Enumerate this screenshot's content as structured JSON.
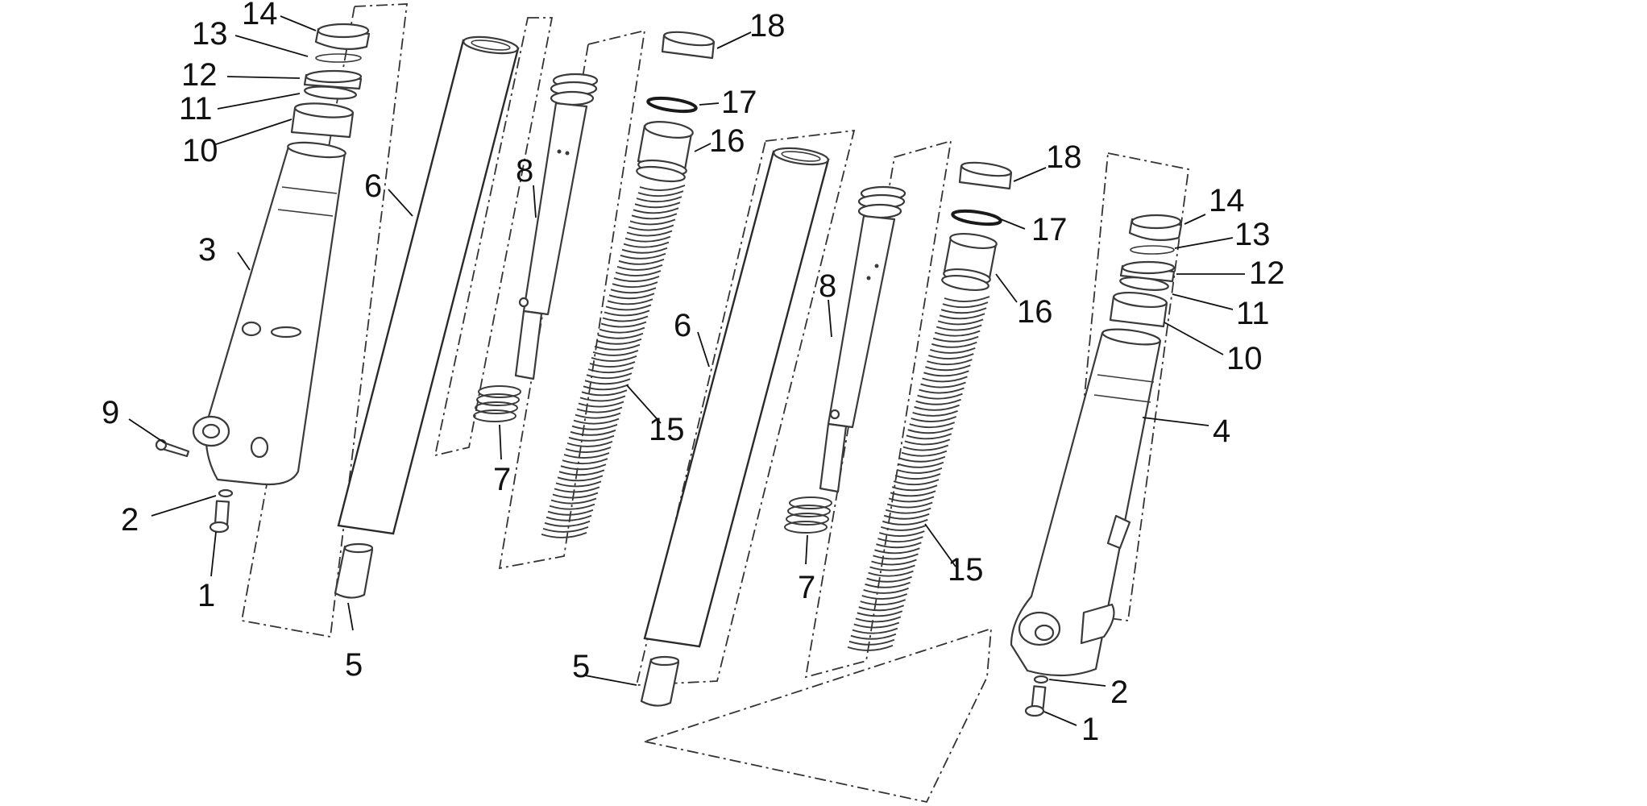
{
  "diagram": {
    "labels": {
      "l1a": "1",
      "l2a": "2",
      "l3": "3",
      "l5a": "5",
      "l6a": "6",
      "l7a": "7",
      "l8a": "8",
      "l9": "9",
      "l10a": "10",
      "l11a": "11",
      "l12a": "12",
      "l13a": "13",
      "l14a": "14",
      "l15a": "15",
      "l16a": "16",
      "l17a": "17",
      "l18a": "18",
      "l1b": "1",
      "l2b": "2",
      "l4": "4",
      "l5b": "5",
      "l6b": "6",
      "l7b": "7",
      "l8b": "8",
      "l10b": "10",
      "l11b": "11",
      "l12b": "12",
      "l13b": "13",
      "l14b": "14",
      "l15b": "15",
      "l16b": "16",
      "l17b": "17",
      "l18b": "18"
    },
    "colors": {
      "line": "#3a3a3a",
      "text": "#111111",
      "background": "#ffffff"
    }
  }
}
